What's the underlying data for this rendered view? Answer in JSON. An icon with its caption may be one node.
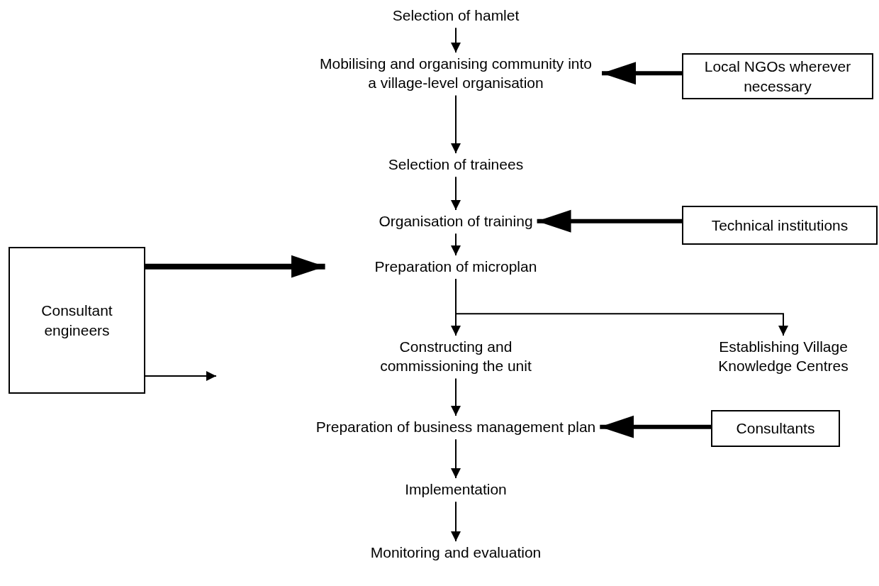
{
  "diagram": {
    "nodes": [
      {
        "text": [
          "Selection of hamlet"
        ]
      },
      {
        "text": [
          "Mobilising and organising community into a village-level organisation"
        ]
      },
      {
        "text": [
          "Local NGOs wherever necessary"
        ]
      },
      {
        "text": [
          "Selection of trainees"
        ]
      },
      {
        "text": [
          "Organisation of training"
        ]
      },
      {
        "text": [
          "Technical institutions"
        ]
      },
      {
        "text": [
          "Preparation of microplan"
        ]
      },
      {
        "text": [
          "Constructing and commissioning the unit"
        ]
      },
      {
        "text": [
          "Establishing Village Knowledge Centres"
        ]
      },
      {
        "text": [
          "Preparation of business management plan"
        ]
      },
      {
        "text": [
          "Consultants"
        ]
      },
      {
        "text": [
          "Implementation"
        ]
      },
      {
        "text": [
          "Monitoring and evaluation"
        ]
      },
      {
        "text": [
          "Consultant engineers"
        ]
      }
    ],
    "edges": [
      {
        "from": 0,
        "to": 1,
        "arrow": "to"
      },
      {
        "from": 2,
        "to": 1,
        "arrow": "to",
        "style": "thick"
      },
      {
        "from": 1,
        "to": 3,
        "arrow": "to"
      },
      {
        "from": 3,
        "to": 4,
        "arrow": "to"
      },
      {
        "from": 5,
        "to": 4,
        "arrow": "to",
        "style": "thick"
      },
      {
        "from": 4,
        "to": 6,
        "arrow": "to"
      },
      {
        "from": 13,
        "to": 6,
        "arrow": "to",
        "style": "thick"
      },
      {
        "from": 13,
        "to": null,
        "arrow": "to"
      },
      {
        "from": 6,
        "to": 7,
        "arrow": "to"
      },
      {
        "from": 6,
        "to": 8,
        "arrow": "to"
      },
      {
        "from": 7,
        "to": 9,
        "arrow": "to"
      },
      {
        "from": 10,
        "to": 9,
        "arrow": "to",
        "style": "thick"
      },
      {
        "from": 9,
        "to": 11,
        "arrow": "to"
      },
      {
        "from": 11,
        "to": 12,
        "arrow": "to"
      }
    ]
  }
}
